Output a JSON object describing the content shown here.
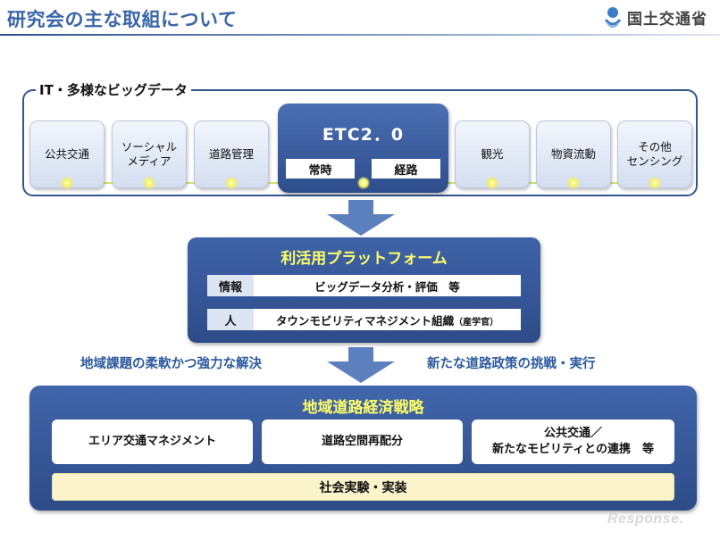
{
  "header": {
    "title": "研究会の主な取組について",
    "ministry": "国土交通省"
  },
  "bigdata": {
    "label": "IT・多様なビッグデータ",
    "sources": [
      {
        "lines": [
          "公共交通"
        ]
      },
      {
        "lines": [
          "ソーシャル",
          "メディア"
        ]
      },
      {
        "lines": [
          "道路管理"
        ]
      },
      {
        "lines": [
          "観光"
        ]
      },
      {
        "lines": [
          "物資流動"
        ]
      },
      {
        "lines": [
          "その他",
          "センシング"
        ]
      }
    ],
    "etc": {
      "title": "ETC2．0",
      "left": "常時",
      "right": "経路"
    }
  },
  "platform": {
    "title": "利活用プラットフォーム",
    "rows": [
      {
        "head": "情報",
        "body": "ビッグデータ分析・評価　等",
        "suffix": ""
      },
      {
        "head": "人",
        "body": "タウンモビリティマネジメント組織",
        "suffix": "（産学官）"
      }
    ]
  },
  "middle": {
    "left": "地域課題の柔軟かつ強力な解決",
    "right": "新たな道路政策の挑戦・実行"
  },
  "strategy": {
    "title": "地域道路経済戦略",
    "items": [
      {
        "lines": [
          "エリア交通マネジメント"
        ]
      },
      {
        "lines": [
          "道路空間再配分"
        ]
      },
      {
        "lines": [
          "公共交通／",
          "新たなモビリティとの連携　等"
        ]
      }
    ],
    "implement": "社会実験・実装"
  },
  "watermark": "Response.",
  "colors": {
    "accent": "#3a66a8",
    "panel": "#2d4b88",
    "highlight": "#ffff66"
  }
}
